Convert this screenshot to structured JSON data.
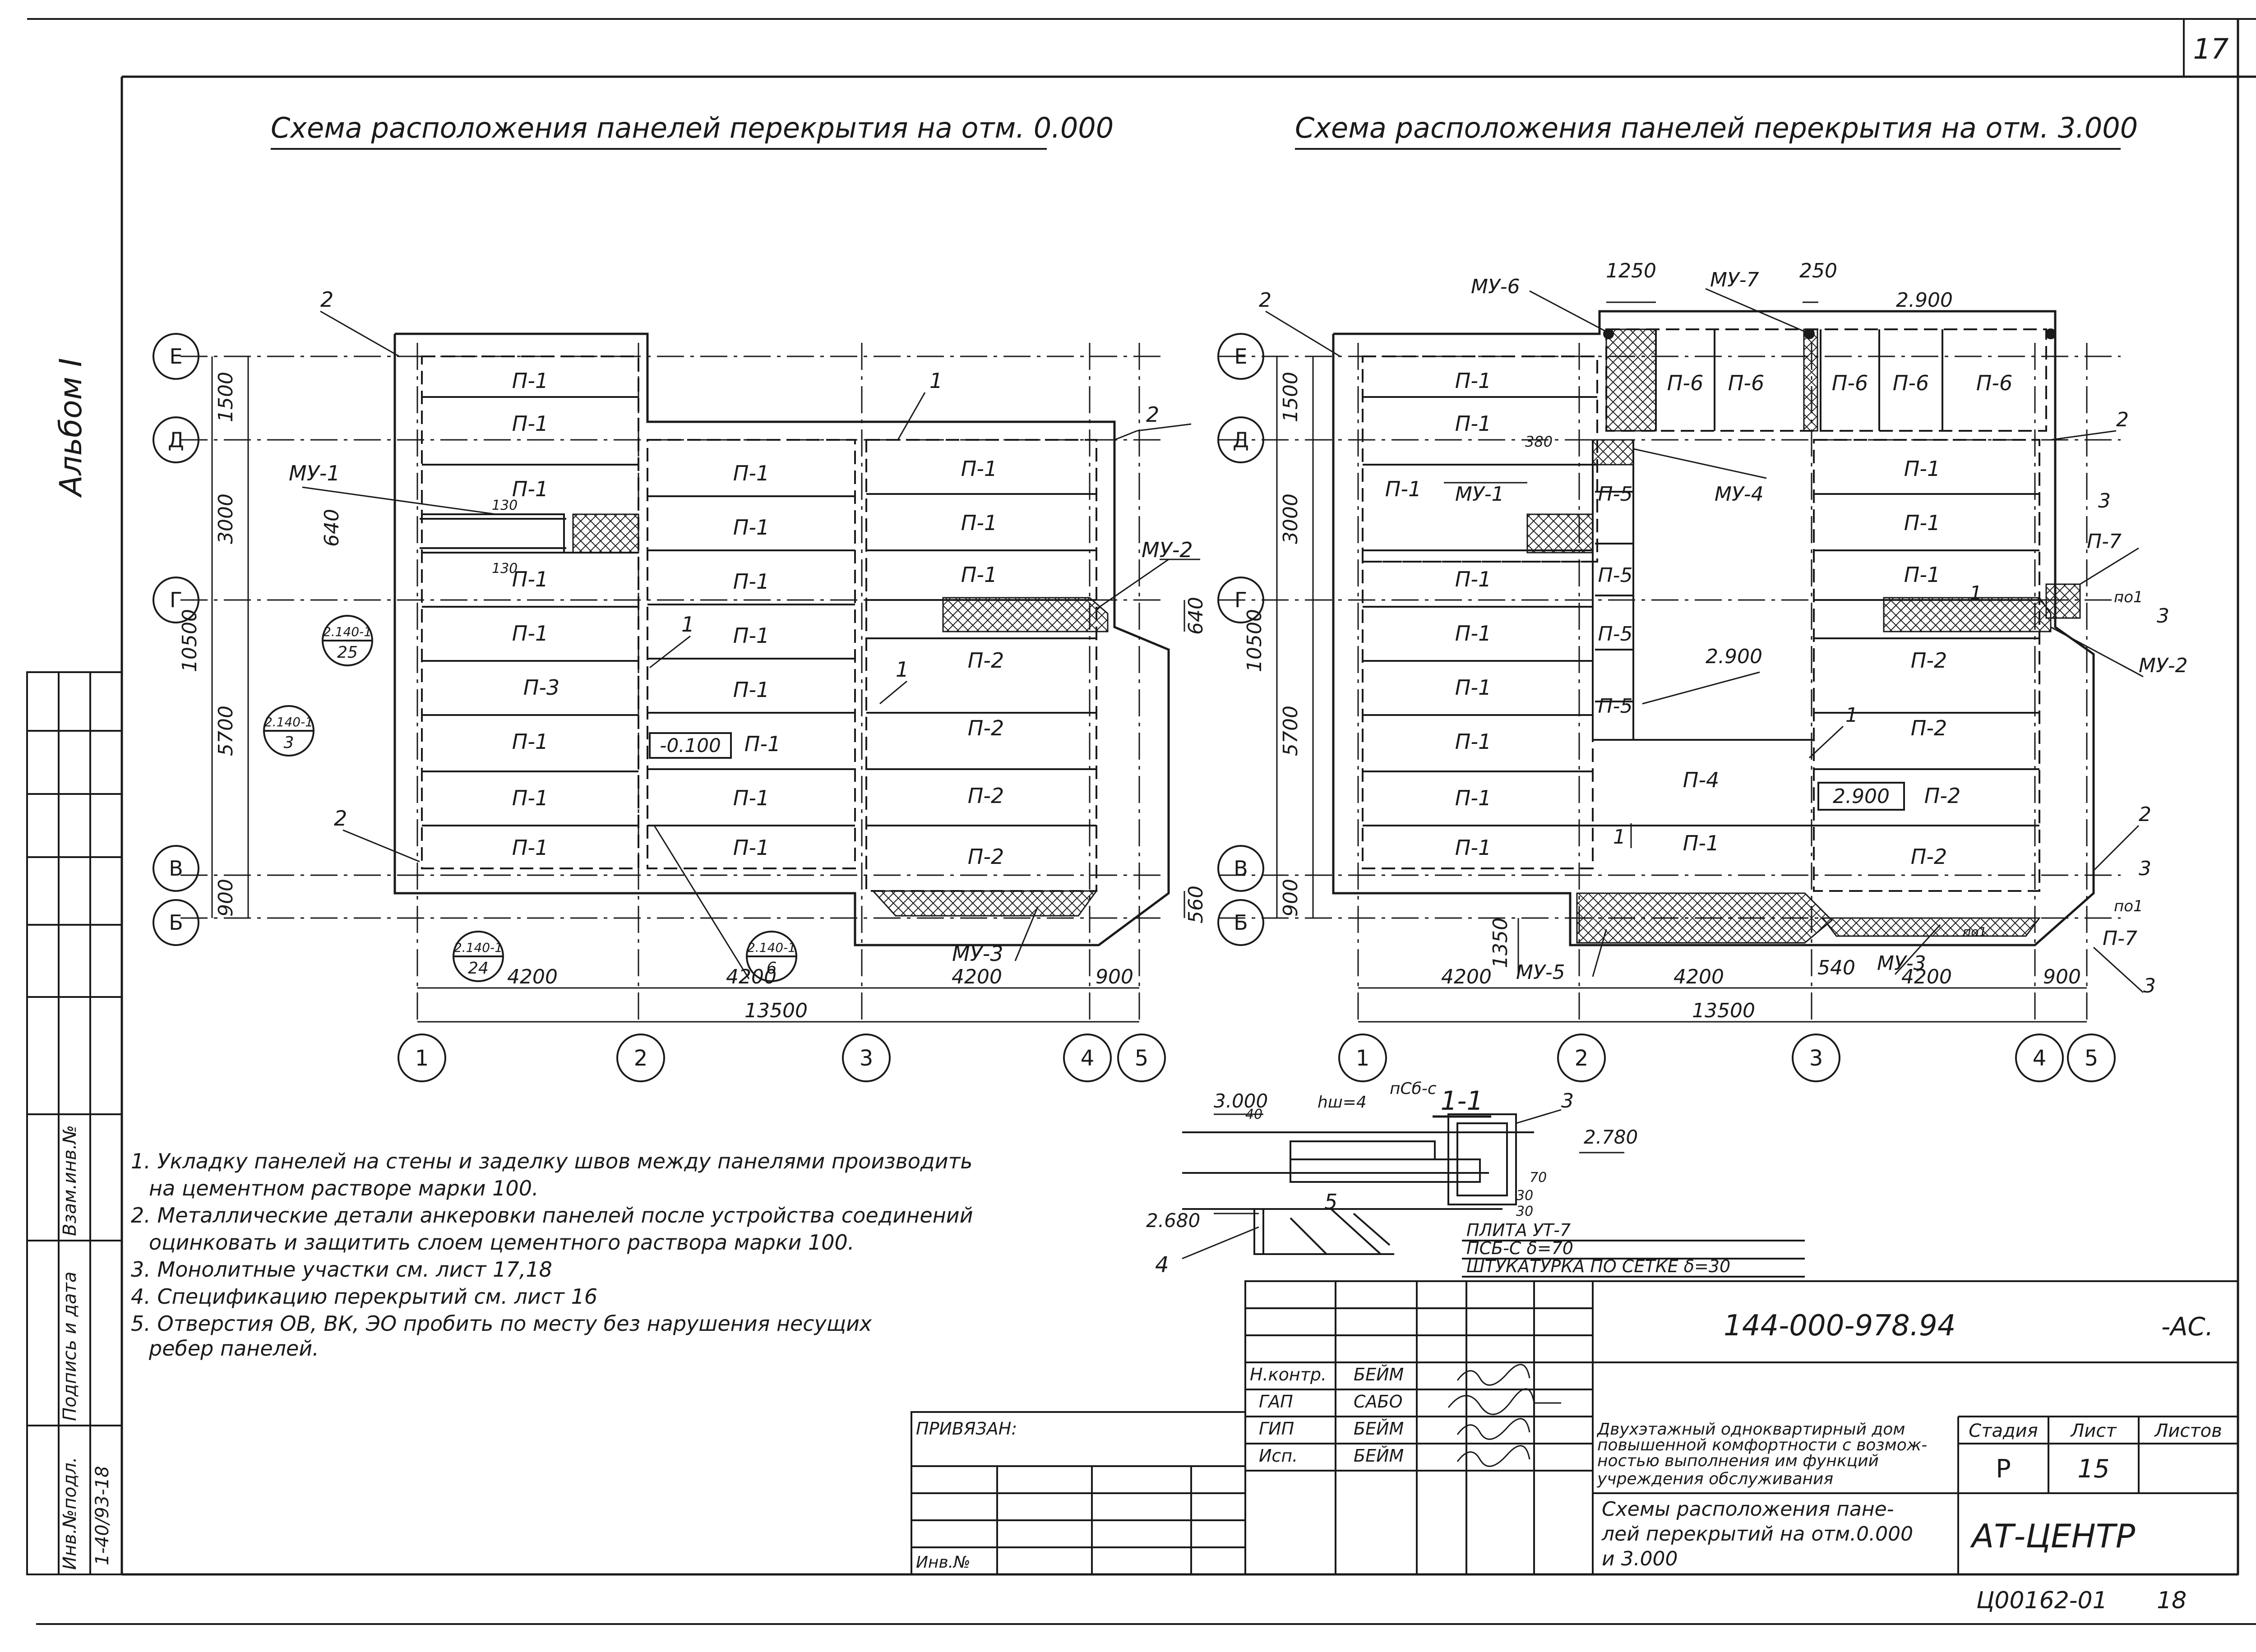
{
  "sheet": {
    "page_number": "17",
    "album": "Альбом I",
    "doc_code": "144-000-978.94",
    "doc_suffix": "-АС.",
    "bottom_code": "Ц00162-01",
    "bottom_num": "18"
  },
  "left_plan": {
    "title": "Схема расположения панелей перекрытия на отм. 0.000",
    "axes_letters": [
      "Е",
      "Д",
      "Г",
      "В",
      "Б"
    ],
    "axes_numbers": [
      "1",
      "2",
      "3",
      "4",
      "5"
    ],
    "vert_dims": [
      "1500",
      "3000",
      "640",
      "10500",
      "5700",
      "900",
      "560",
      "640"
    ],
    "horiz_dims": [
      "4200",
      "4200",
      "4200",
      "900",
      "13500"
    ],
    "col1_panels": [
      "П-1",
      "П-1",
      "П-1",
      "П-1",
      "П-1",
      "П-3",
      "П-1",
      "П-1",
      "П-1"
    ],
    "col2_panels": [
      "П-1",
      "П-1",
      "П-1",
      "П-1",
      "П-1",
      "П-1",
      "П-1",
      "П-1"
    ],
    "col3_panels": [
      "П-1",
      "П-1",
      "П-1",
      "П-2",
      "П-2",
      "П-2",
      "П-2"
    ],
    "labels": {
      "mu1": "МУ-1",
      "mu2": "МУ-2",
      "mu3": "МУ-3",
      "mark1": "1",
      "mark2": "2",
      "level": "-0.100",
      "d130a": "130",
      "d130b": "130"
    },
    "refs": [
      {
        "top": "2.140-1",
        "bottom": "25"
      },
      {
        "top": "2.140-1",
        "bottom": "3"
      },
      {
        "top": "2.140-1",
        "bottom": "24"
      },
      {
        "top": "2.140-1",
        "bottom": "6"
      }
    ]
  },
  "right_plan": {
    "title": "Схема расположения панелей перекрытия на отм. 3.000",
    "axes_letters": [
      "Е",
      "Д",
      "Г",
      "В",
      "Б"
    ],
    "axes_numbers": [
      "1",
      "2",
      "3",
      "4",
      "5"
    ],
    "vert_dims": [
      "1500",
      "3000",
      "10500",
      "5700",
      "900",
      "1350",
      "380"
    ],
    "horiz_dims": [
      "4200",
      "4200",
      "4200",
      "900",
      "13500",
      "540"
    ],
    "top_dims": [
      "1250",
      "250",
      "2.900"
    ],
    "top_panels": [
      "П-6",
      "П-6",
      "П-6",
      "П-6",
      "П-6"
    ],
    "col1_panels": [
      "П-1",
      "П-1",
      "П-1",
      "П-1",
      "П-1",
      "П-1",
      "П-1",
      "П-1",
      "П-1"
    ],
    "p5_panels": [
      "П-5",
      "П-5",
      "П-5",
      "П-5"
    ],
    "middle_panels": [
      "П-4",
      "П-1"
    ],
    "col3_panels": [
      "П-1",
      "П-1",
      "П-1",
      "П-2",
      "П-2",
      "П-2",
      "П-2"
    ],
    "labels": {
      "mu1": "МУ-1",
      "mu2": "МУ-2",
      "mu3": "МУ-3",
      "mu4": "МУ-4",
      "mu5": "МУ-5",
      "mu6": "МУ-6",
      "mu7": "МУ-7",
      "p7a": "П-7",
      "p7b": "П-7",
      "level_mid": "2.900",
      "level_box": "2.900",
      "m1": "1",
      "m2": "2",
      "m3": "3",
      "m4": "3",
      "m5": "3",
      "po1a": "по1",
      "po1b": "по1",
      "po1c": "по1"
    }
  },
  "section": {
    "title": "1-1",
    "level_top": "3.000",
    "level_right": "2.780",
    "level_bottom": "2.680",
    "hw": "hш=4",
    "psb": "пСб-с",
    "d40": "40",
    "d30a": "30",
    "d30b": "30",
    "d70": "70",
    "m3": "3",
    "m4": "4",
    "m5": "5",
    "layers": [
      "ПЛИТА УТ-7",
      "ПСБ-С δ=70",
      "ШТУКАТУРКА ПО СЕТКЕ δ=30"
    ]
  },
  "notes": [
    "1. Укладку панелей на стены и заделку швов между панелями производить",
    "на цементном растворе марки 100.",
    "2. Металлические детали анкеровки панелей после устройства соединений",
    "оцинковать и защитить слоем цементного раствора марки 100.",
    "3. Монолитные участки см. лист 17,18",
    "4. Спецификацию перекрытий см. лист 16",
    "5. Отверстия ОВ, ВК, ЭО пробить по месту без нарушения несущих",
    "ребер панелей."
  ],
  "title_block": {
    "roles": [
      "Н.контр.",
      "ГАП",
      "ГИП",
      "Исп."
    ],
    "names": [
      "БЕЙМ",
      "САБО",
      "БЕЙМ",
      "БЕЙМ"
    ],
    "privyazan": "ПРИВЯЗАН:",
    "inv": "Инв.№",
    "project": [
      "Двухэтажный одноквартирный дом",
      "повышенной комфортности с возмож-",
      "ностью выполнения им функций",
      "учреждения обслуживания"
    ],
    "sheet_title": [
      "Схемы расположения пане-",
      "лей перекрытий на отм.0.000",
      "и 3.000"
    ],
    "stage_hdr": "Стадия",
    "sheet_hdr": "Лист",
    "sheets_hdr": "Листов",
    "stage": "Р",
    "sheet_no": "15",
    "org": "АТ-ЦЕНТР"
  },
  "side_stamp": {
    "labels": [
      "Инв.№подл.",
      "Подпись и дата",
      "Взам.инв.№"
    ],
    "inv_value": "1-40/93-18"
  }
}
